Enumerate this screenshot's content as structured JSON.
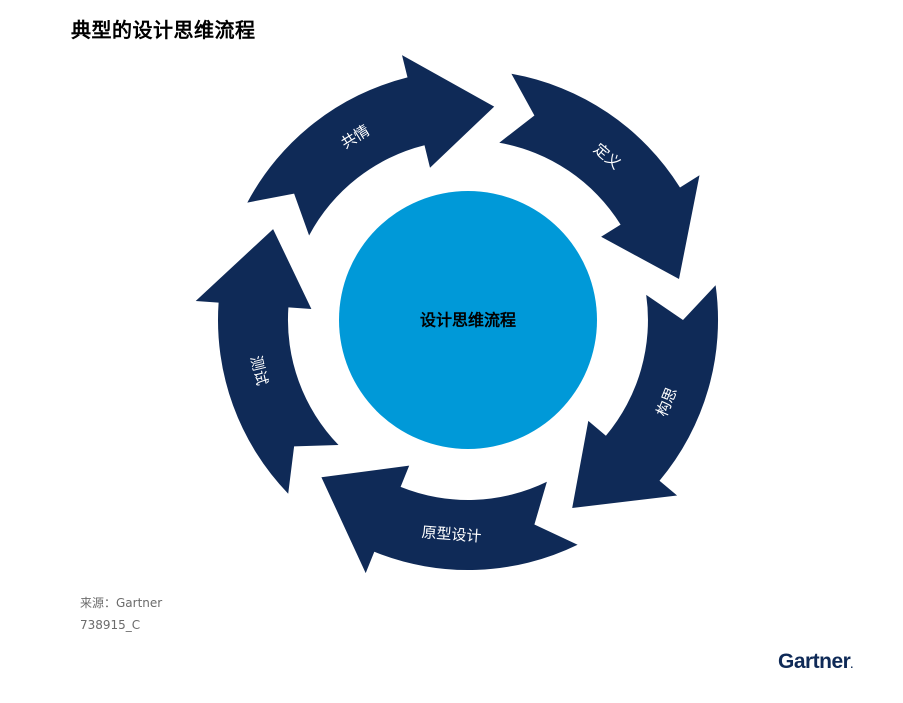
{
  "title": "典型的设计思维流程",
  "center": {
    "label": "设计思维流程",
    "color": "#0099d8"
  },
  "cycle_color": "#0f2a57",
  "stages": [
    {
      "label": "共情"
    },
    {
      "label": "定义"
    },
    {
      "label": "构思"
    },
    {
      "label": "原型设计"
    },
    {
      "label": "测试"
    }
  ],
  "footer": {
    "source": "来源：Gartner",
    "id": "738915_C"
  },
  "logo": {
    "text": "Gartner",
    "dot": "."
  }
}
